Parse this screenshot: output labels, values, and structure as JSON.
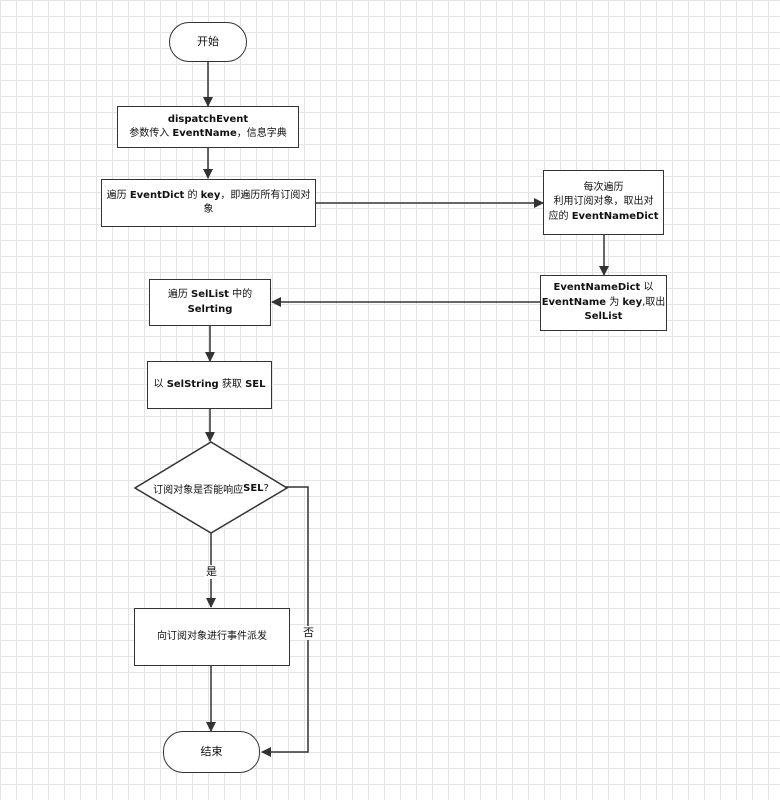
{
  "nodes": {
    "start": {
      "text": "开始"
    },
    "dispatch": {
      "line1": "dispatchEvent",
      "line2_a": "参数传入 ",
      "line2_b": "EventName",
      "line2_c": "，信息字典"
    },
    "iterate_dict": {
      "a": "遍历 ",
      "b": "EventDict",
      "c": " 的 ",
      "d": "key",
      "e": "，即遍历所有订阅对象"
    },
    "each_time": {
      "line1": "每次遍历",
      "line2": "利用订阅对象，取出对",
      "line3_a": "应的 ",
      "line3_b": "EventNameDict"
    },
    "get_sellist": {
      "a": "EventNameDict",
      "b": " 以",
      "c": "EventName",
      "d": " 为 ",
      "e": "key",
      "f": ",取出",
      "g": "SelList"
    },
    "iterate_sellist": {
      "a": "遍历 ",
      "b": "SelList",
      "c": " 中的",
      "d": "Selrting"
    },
    "get_sel": {
      "a": "以 ",
      "b": "SelString",
      "c": " 获取 ",
      "d": "SEL"
    },
    "decision": {
      "a": "订阅对象是否能响应 ",
      "b": "SEL",
      "c": "?"
    },
    "dispatch_to": {
      "text": "向订阅对象进行事件派发"
    },
    "end": {
      "text": "结束"
    }
  },
  "edge_labels": {
    "yes": "是",
    "no": "否"
  },
  "colors": {
    "line": "#333333",
    "grid": "#e4e4e4",
    "background": "#ffffff"
  }
}
